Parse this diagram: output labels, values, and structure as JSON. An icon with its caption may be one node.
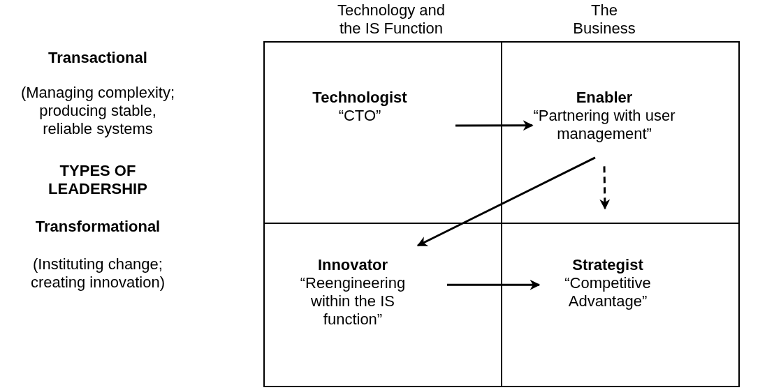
{
  "diagram": {
    "nodes": [
      {
        "text": [
          "Technologist",
          "“CTO”"
        ]
      },
      {
        "text": [
          "Enabler",
          "“Partnering with user management”"
        ]
      },
      {
        "text": [
          "Innovator",
          "“Reengineering within the IS function”"
        ]
      },
      {
        "text": [
          "Strategist",
          "“Competitive Advantage”"
        ]
      }
    ],
    "edges": [
      {
        "from": 0,
        "to": 1,
        "arrow": "to"
      },
      {
        "from": 1,
        "to": 2,
        "arrow": "to"
      },
      {
        "from": 1,
        "to": 3,
        "arrow": "to",
        "style": "dashed"
      },
      {
        "from": 2,
        "to": 3,
        "arrow": "to"
      }
    ],
    "labels": [
      "Technology and the IS Function",
      "The Business",
      "Transactional",
      "(Managing complexity; producing stable, reliable systems",
      "TYPES OF LEADERSHIP",
      "Transformational",
      "(Instituting change; creating innovation)"
    ]
  }
}
